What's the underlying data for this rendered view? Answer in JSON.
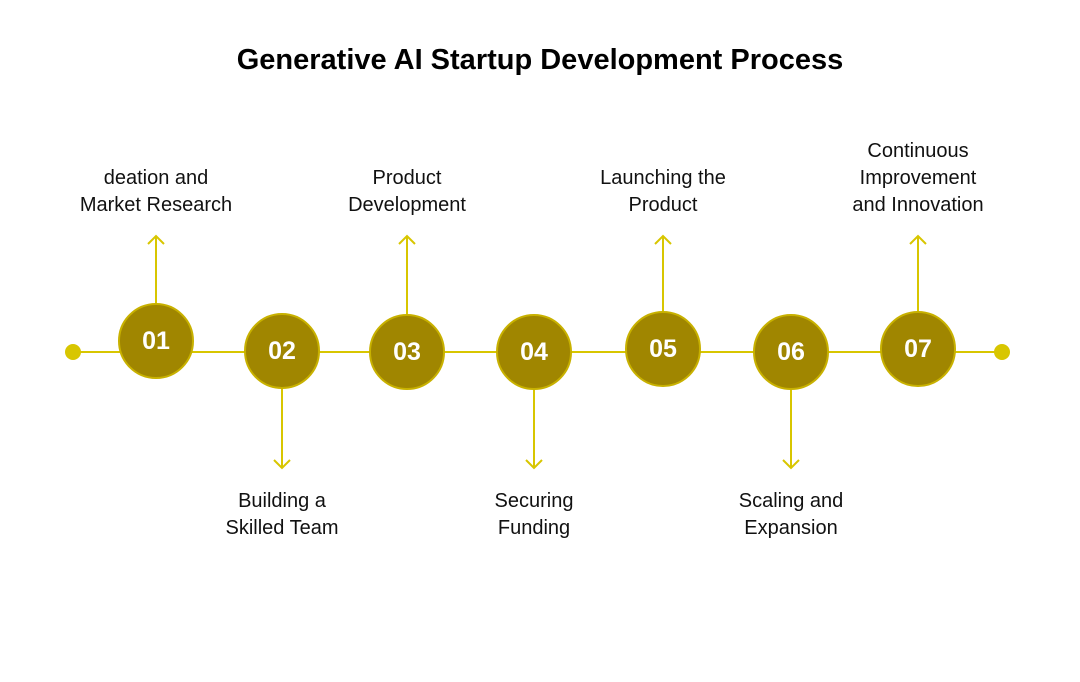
{
  "title": "Generative AI Startup Development Process",
  "colors": {
    "circle_fill": "#a08600",
    "circle_border": "#c8b100",
    "line": "#d8c600",
    "endpoint": "#d8c600",
    "number_text": "#ffffff"
  },
  "steps": [
    {
      "number": "01",
      "label": "deation and\nMarket Research",
      "position": "above"
    },
    {
      "number": "02",
      "label": "Building a\nSkilled Team",
      "position": "below"
    },
    {
      "number": "03",
      "label": "Product\nDevelopment",
      "position": "above"
    },
    {
      "number": "04",
      "label": "Securing\nFunding",
      "position": "below"
    },
    {
      "number": "05",
      "label": "Launching the\nProduct",
      "position": "above"
    },
    {
      "number": "06",
      "label": "Scaling and\nExpansion",
      "position": "below"
    },
    {
      "number": "07",
      "label": "Continuous\nImprovement\nand Innovation",
      "position": "above"
    }
  ]
}
